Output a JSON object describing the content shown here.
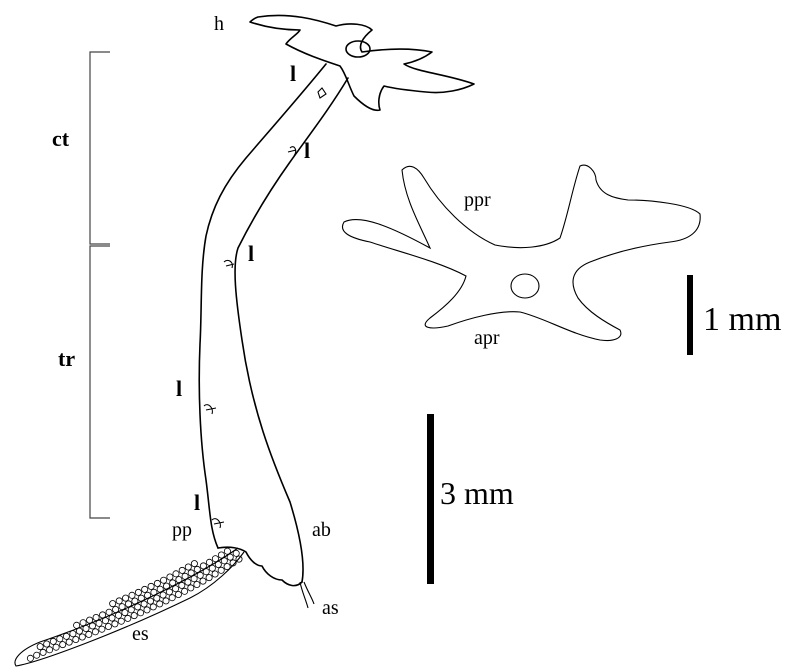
{
  "labels": {
    "h": "h",
    "ct": "ct",
    "tr": "tr",
    "l": "l",
    "pp": "pp",
    "ab": "ab",
    "as": "as",
    "es": "es",
    "ppr": "ppr",
    "apr": "apr"
  },
  "scale_bars": {
    "small": "1 mm",
    "large": "3 mm"
  },
  "colors": {
    "ink": "#000000",
    "background": "#ffffff"
  }
}
